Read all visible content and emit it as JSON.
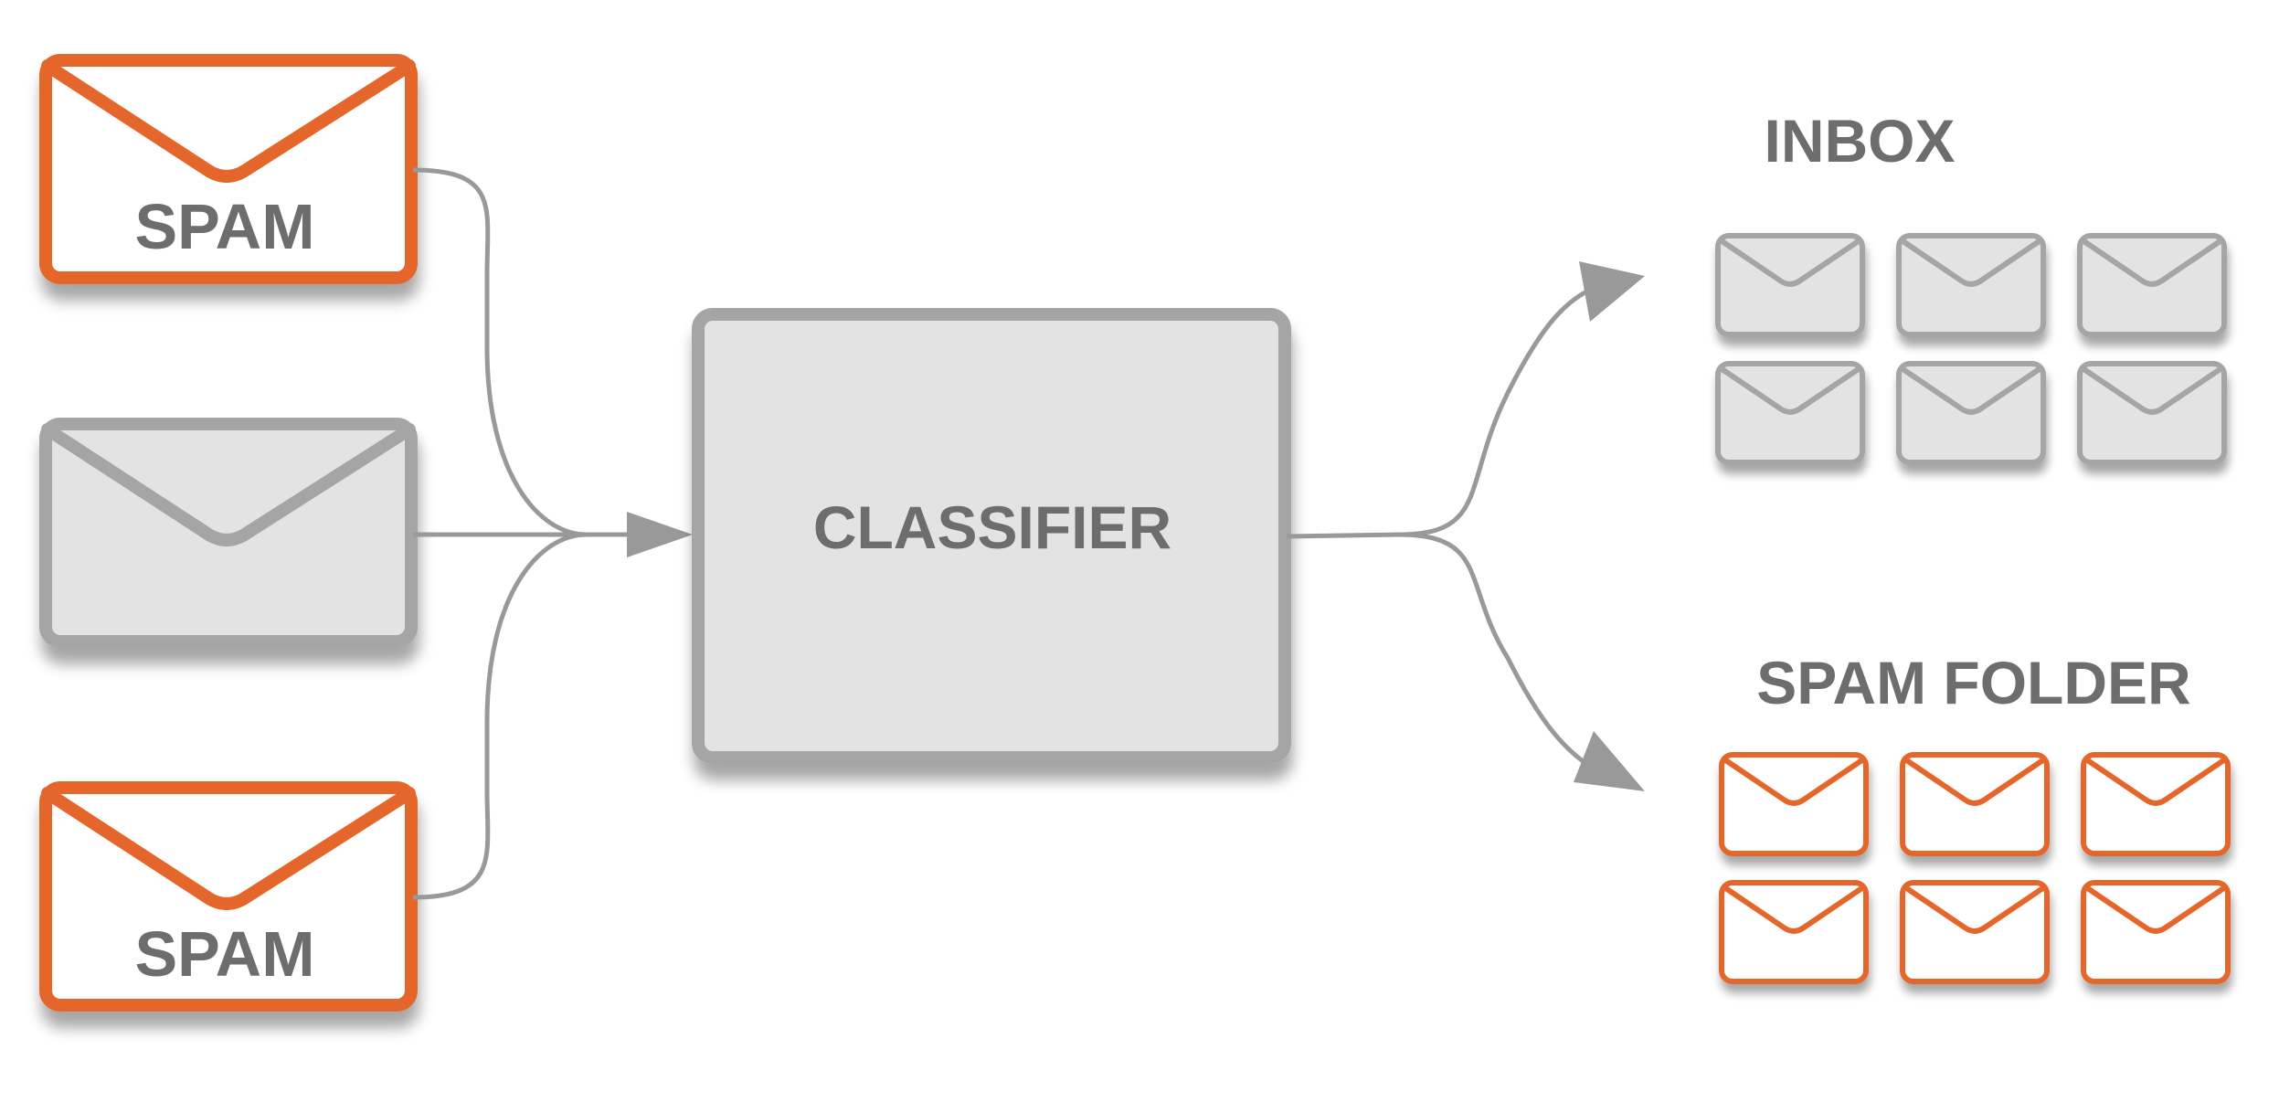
{
  "colors": {
    "spam_accent": "#e5662c",
    "neutral_stroke": "#a5a5a5",
    "neutral_fill": "#e3e3e3",
    "text": "#6d6d6d",
    "connector": "#999999",
    "background": "#ffffff"
  },
  "inputs": [
    {
      "kind": "spam",
      "label": "SPAM",
      "icon": "envelope-icon"
    },
    {
      "kind": "ham",
      "label": "",
      "icon": "envelope-icon"
    },
    {
      "kind": "spam",
      "label": "SPAM",
      "icon": "envelope-icon"
    }
  ],
  "classifier": {
    "label": "CLASSIFIER"
  },
  "outputs": {
    "inbox": {
      "title": "INBOX",
      "count": 6,
      "icon": "envelope-icon"
    },
    "spam_folder": {
      "title": "SPAM FOLDER",
      "count": 6,
      "icon": "envelope-icon"
    }
  }
}
